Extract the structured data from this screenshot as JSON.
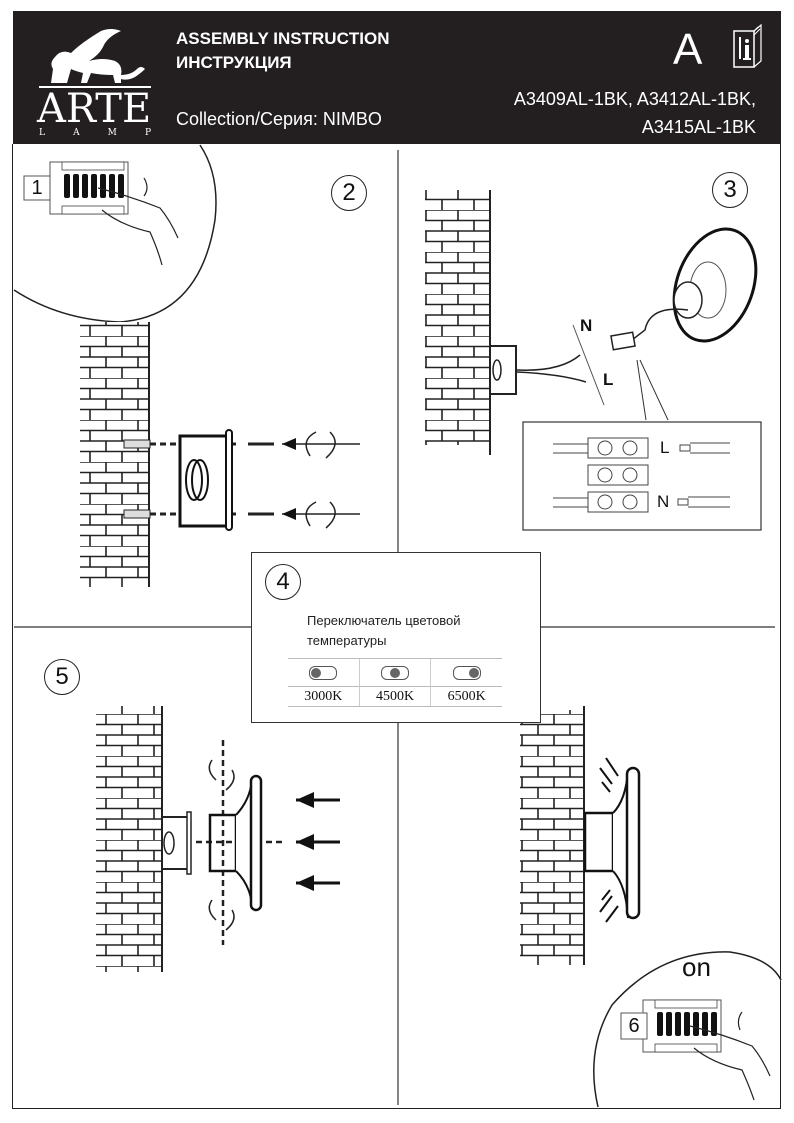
{
  "header": {
    "brand_name": "ARTE",
    "brand_sub": [
      "L",
      "A",
      "M",
      "P"
    ],
    "title_en": "ASSEMBLY INSTRUCTION",
    "title_ru": "ИНСТРУКЦИЯ",
    "collection": "Collection/Серия: NIMBO",
    "size_letter": "A",
    "models_line1": "A3409AL-1BK, A3412AL-1BK,",
    "models_line2": "A3415AL-1BK",
    "colors": {
      "header_bg": "#231f20",
      "header_text": "#ffffff"
    }
  },
  "steps": {
    "s1": "1",
    "s2": "2",
    "s3": "3",
    "s4": "4",
    "s5": "5",
    "s6": "6"
  },
  "step3": {
    "wire_n": "N",
    "wire_l": "L",
    "detail_l": "L",
    "detail_n": "N"
  },
  "panel4": {
    "title_line1": "Переключатель цветовой",
    "title_line2": "температуры",
    "options": [
      {
        "label": "3000K",
        "position": "left"
      },
      {
        "label": "4500K",
        "position": "center"
      },
      {
        "label": "6500K",
        "position": "right"
      }
    ]
  },
  "step6": {
    "on_label": "on"
  }
}
